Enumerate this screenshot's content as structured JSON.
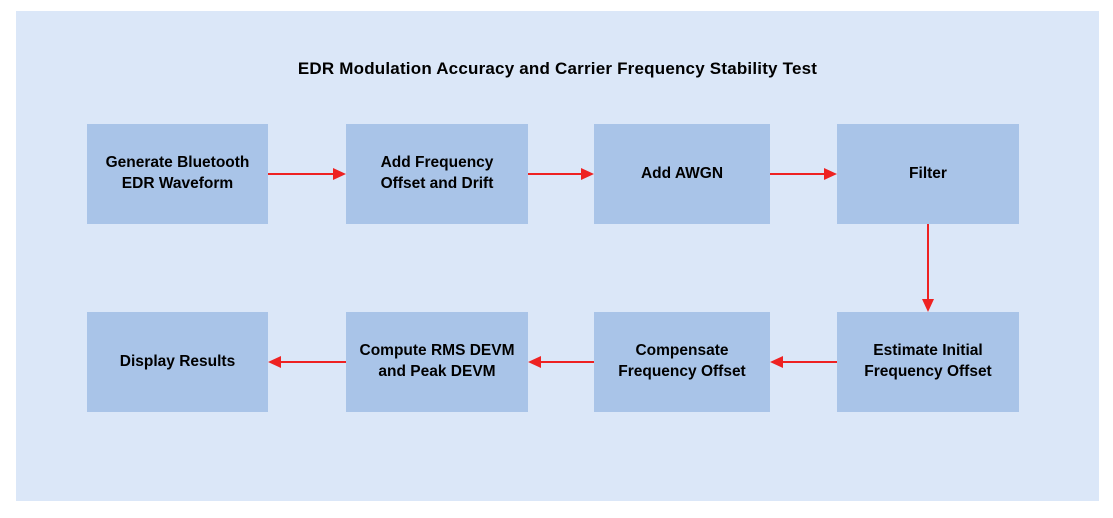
{
  "title": "EDR Modulation Accuracy and Carrier Frequency Stability Test",
  "diagram": {
    "type": "flowchart",
    "boxes": [
      {
        "id": "generate-bluetooth-edr-waveform",
        "label": "Generate Bluetooth\nEDR Waveform"
      },
      {
        "id": "add-frequency-offset-and-drift",
        "label": "Add Frequency\nOffset and Drift"
      },
      {
        "id": "add-awgn",
        "label": "Add AWGN"
      },
      {
        "id": "filter",
        "label": "Filter"
      },
      {
        "id": "estimate-initial-frequency-offset",
        "label": "Estimate Initial\nFrequency Offset"
      },
      {
        "id": "compensate-frequency-offset",
        "label": "Compensate\nFrequency Offset"
      },
      {
        "id": "compute-rms-devm-and-peak-devm",
        "label": "Compute RMS DEVM\nand Peak DEVM"
      },
      {
        "id": "display-results",
        "label": "Display Results"
      }
    ],
    "connections": [
      {
        "from": "generate-bluetooth-edr-waveform",
        "to": "add-frequency-offset-and-drift",
        "direction": "right"
      },
      {
        "from": "add-frequency-offset-and-drift",
        "to": "add-awgn",
        "direction": "right"
      },
      {
        "from": "add-awgn",
        "to": "filter",
        "direction": "right"
      },
      {
        "from": "filter",
        "to": "estimate-initial-frequency-offset",
        "direction": "down"
      },
      {
        "from": "estimate-initial-frequency-offset",
        "to": "compensate-frequency-offset",
        "direction": "left"
      },
      {
        "from": "compensate-frequency-offset",
        "to": "compute-rms-devm-and-peak-devm",
        "direction": "left"
      },
      {
        "from": "compute-rms-devm-and-peak-devm",
        "to": "display-results",
        "direction": "left"
      }
    ]
  },
  "colors": {
    "background": "#ffffff",
    "panel": "#dbe7f8",
    "box_fill": "#a9c4e8",
    "arrow": "#ee2222",
    "text": "#000000"
  }
}
